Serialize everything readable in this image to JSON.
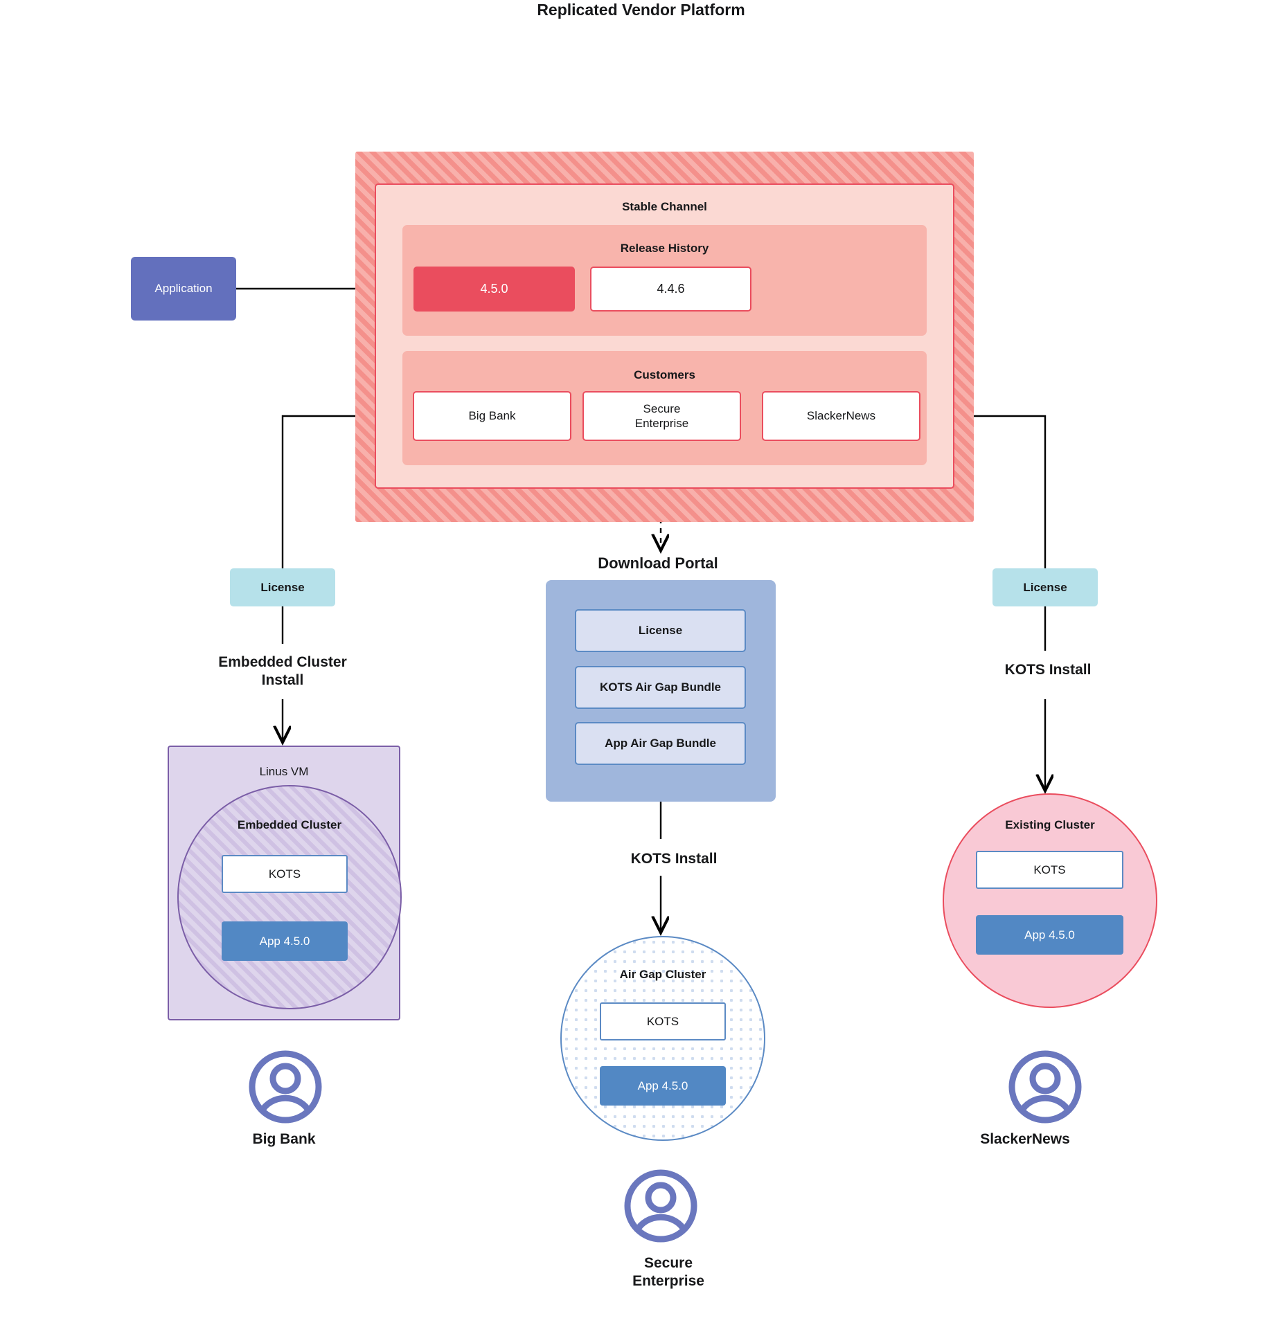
{
  "diagram": {
    "title": "Replicated Vendor Platform"
  },
  "application": {
    "label": "Application"
  },
  "vendor_platform": {
    "channel_label": "Stable Channel",
    "release_history": {
      "label": "Release History",
      "releases": [
        {
          "version": "4.5.0",
          "state": "current"
        },
        {
          "version": "4.4.6",
          "state": "previous"
        }
      ]
    },
    "customers": {
      "label": "Customers",
      "items": [
        "Big Bank",
        "Secure\nEnterprise",
        "SlackerNews"
      ]
    }
  },
  "branches": {
    "left": {
      "license_label": "License",
      "install_caption": "Embedded Cluster\nInstall",
      "vm_label": "Linus VM",
      "cluster_label": "Embedded Cluster",
      "kots_label": "KOTS",
      "app_label": "App 4.5.0",
      "persona": "Big Bank"
    },
    "middle": {
      "portal_title": "Download  Portal",
      "portal_items": [
        "License",
        "KOTS Air Gap Bundle",
        "App Air Gap Bundle"
      ],
      "install_caption": "KOTS Install",
      "cluster_label": "Air Gap Cluster",
      "kots_label": "KOTS",
      "app_label": "App 4.5.0",
      "persona": "Secure\nEnterprise"
    },
    "right": {
      "license_label": "License",
      "install_caption": "KOTS Install",
      "cluster_label": "Existing Cluster",
      "kots_label": "KOTS",
      "app_label": "App 4.5.0",
      "persona": "SlackerNews"
    }
  },
  "colors": {
    "platform_hatch": "#f4908b",
    "channel_fill": "#fbd9d3",
    "panel_fill": "#f8b4ac",
    "accent_red": "#ea4d5e",
    "application_purple": "#6370bd",
    "license_cyan": "#b6e1ea",
    "portal_blue": "#9fb6dc",
    "portal_item": "#dae0f2",
    "app_blue": "#5288c4",
    "vm_purple": "#ded5ec",
    "vm_stroke": "#7b5ea7",
    "existing_pink": "#f9c9d5",
    "persona_purple": "#6a77be"
  }
}
